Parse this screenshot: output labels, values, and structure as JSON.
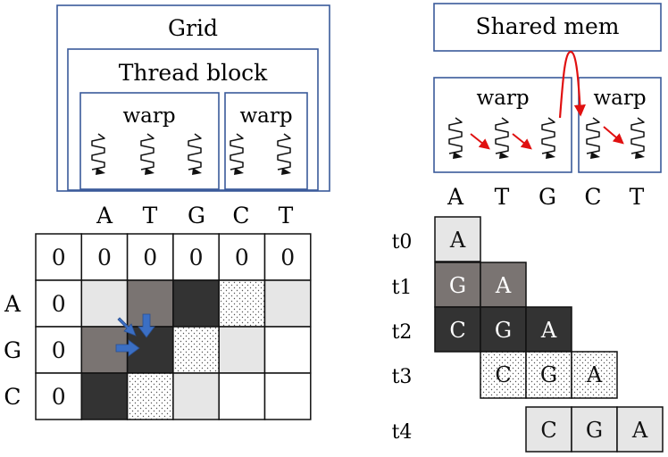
{
  "left_panel": {
    "grid_label": "Grid",
    "thread_block_label": "Thread block",
    "warp_labels": [
      "warp",
      "warp"
    ],
    "column_letters": [
      "A",
      "T",
      "G",
      "C",
      "T"
    ],
    "row_letters": [
      "A",
      "G",
      "C"
    ],
    "matrix": [
      [
        "0",
        "0",
        "0",
        "0",
        "0",
        "0"
      ],
      [
        "0",
        "",
        "",
        "",
        "",
        ""
      ],
      [
        "0",
        "",
        "",
        "",
        "",
        ""
      ],
      [
        "0",
        "",
        "",
        "",
        "",
        ""
      ]
    ],
    "cell_shades": [
      [
        "white",
        "white",
        "white",
        "white",
        "white",
        "white"
      ],
      [
        "white",
        "light",
        "mid",
        "dark",
        "dotted",
        "light"
      ],
      [
        "white",
        "mid",
        "dark",
        "dotted",
        "light",
        "white"
      ],
      [
        "white",
        "dark",
        "dotted",
        "light",
        "white",
        "white"
      ]
    ]
  },
  "right_panel": {
    "shared_mem_label": "Shared mem",
    "warp_labels": [
      "warp",
      "warp"
    ],
    "column_letters": [
      "A",
      "T",
      "G",
      "C",
      "T"
    ],
    "time_labels": [
      "t0",
      "t1",
      "t2",
      "t3",
      "t4"
    ],
    "diagonal_rows": [
      {
        "cells": [
          "A"
        ],
        "shades": [
          "light"
        ]
      },
      {
        "cells": [
          "G",
          "A"
        ],
        "shades": [
          "mid",
          "mid"
        ]
      },
      {
        "cells": [
          "C",
          "G",
          "A"
        ],
        "shades": [
          "dark",
          "dark",
          "dark"
        ]
      },
      {
        "cells": [
          "C",
          "G",
          "A"
        ],
        "shades": [
          "dotted",
          "dotted",
          "dotted"
        ]
      },
      {
        "cells": [
          "C",
          "G",
          "A"
        ],
        "shades": [
          "light",
          "light",
          "light"
        ]
      }
    ]
  },
  "colors": {
    "box_border": "#3a5a9a",
    "arrow_red": "#e01010",
    "arrow_blue": "#3b6fc4",
    "light": "#e6e6e6",
    "mid": "#7a7472",
    "dark": "#333333"
  }
}
